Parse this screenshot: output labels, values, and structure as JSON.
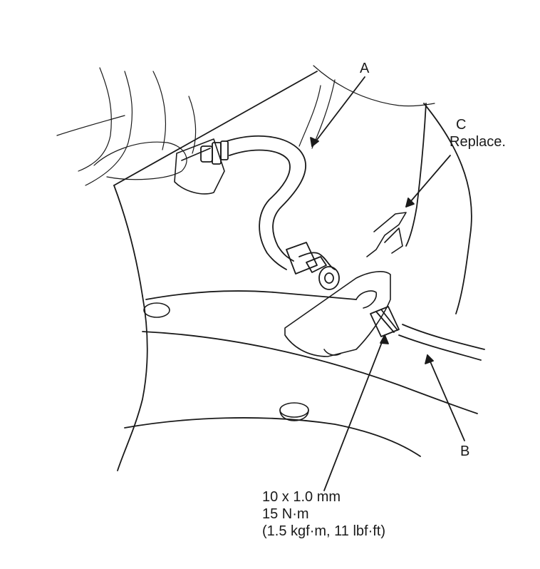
{
  "callouts": {
    "a": "A",
    "b": "B",
    "c": "C",
    "c_note": "Replace."
  },
  "torque_spec": {
    "thread": "10 x 1.0 mm",
    "torque_nm": "15 N·m",
    "torque_alt": "(1.5 kgf·m, 11 lbf·ft)"
  },
  "colors": {
    "line": "#1a1a1a",
    "background": "#ffffff"
  }
}
